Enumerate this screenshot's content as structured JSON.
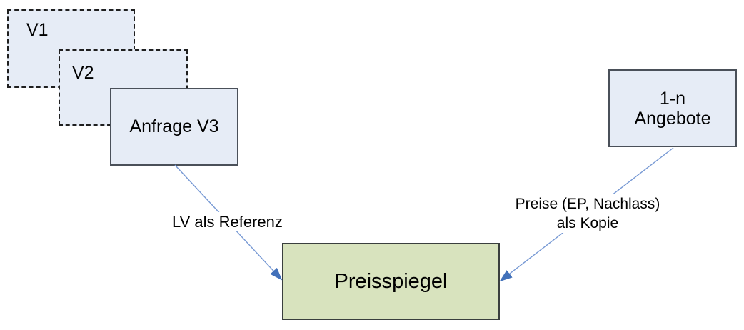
{
  "figure": {
    "boxes": {
      "v1": {
        "label": "V1"
      },
      "v2": {
        "label": "V2"
      },
      "anfrage": {
        "label": "Anfrage V3"
      },
      "angebote": {
        "line1": "1-n",
        "line2": "Angebote"
      },
      "preisspiegel": {
        "label": "Preisspiegel"
      }
    },
    "edges": {
      "lv_referenz": {
        "label": "LV als Referenz"
      },
      "preise_kopie": {
        "line1": "Preise (EP, Nachlass)",
        "line2": "als Kopie"
      }
    },
    "colors": {
      "version_box_fill": "#e6ecf6",
      "dashed_border": "#1f1f1f",
      "solid_box_border": "#4a5059",
      "preisspiegel_fill": "#d8e3be",
      "preisspiegel_border": "#3a3f3e",
      "arrow_line": "#7799d4",
      "arrow_head": "#4271ba",
      "text": "#000000",
      "background": "#ffffff"
    }
  }
}
